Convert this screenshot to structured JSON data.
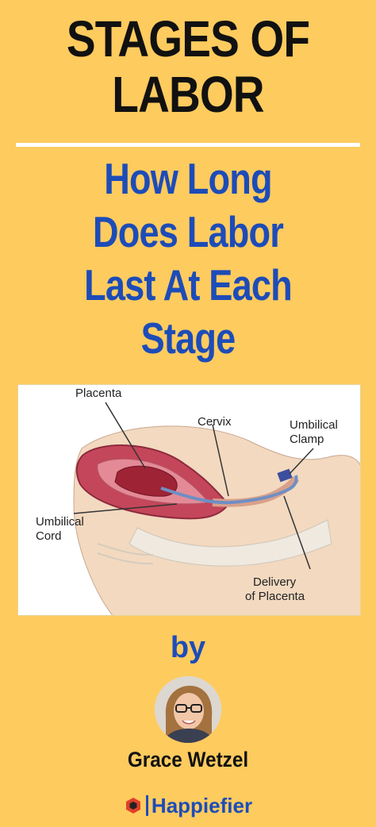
{
  "header": {
    "title_line1": "STAGES OF",
    "title_line2": "LABOR",
    "subtitle_line1": "How Long",
    "subtitle_line2": "Does Labor",
    "subtitle_line3": "Last At Each",
    "subtitle_line4": "Stage"
  },
  "illustration": {
    "labels": {
      "placenta": "Placenta",
      "cervix": "Cervix",
      "umbilical_clamp_1": "Umbilical",
      "umbilical_clamp_2": "Clamp",
      "umbilical_cord_1": "Umbilical",
      "umbilical_cord_2": "Cord",
      "delivery_1": "Delivery",
      "delivery_2": "of Placenta"
    }
  },
  "byline": {
    "by": "by",
    "author": "Grace Wetzel"
  },
  "brand": {
    "name": "Happiefier"
  },
  "colors": {
    "background": "#FECB5E",
    "title": "#111111",
    "subtitle": "#1D4CB8",
    "rule": "#FFFFFF",
    "logo_red": "#E0402A"
  }
}
